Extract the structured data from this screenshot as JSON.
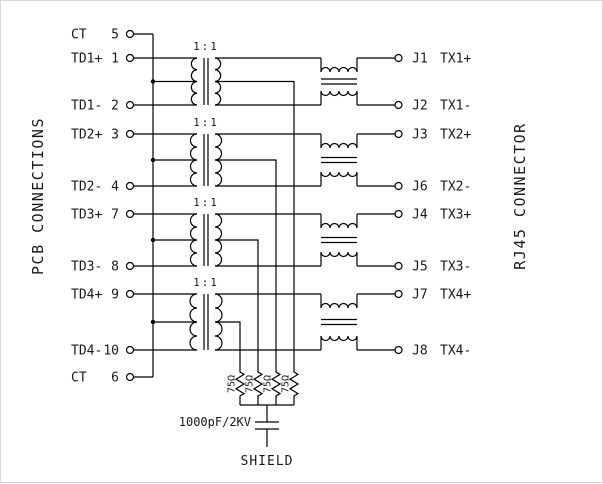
{
  "titles": {
    "left": "PCB CONNECTIONS",
    "right": "RJ45 CONNECTOR"
  },
  "left_pins": [
    {
      "name": "CT",
      "pin": "5"
    },
    {
      "name": "TD1+",
      "pin": "1"
    },
    {
      "name": "TD1-",
      "pin": "2"
    },
    {
      "name": "TD2+",
      "pin": "3"
    },
    {
      "name": "TD2-",
      "pin": "4"
    },
    {
      "name": "TD3+",
      "pin": "7"
    },
    {
      "name": "TD3-",
      "pin": "8"
    },
    {
      "name": "TD4+",
      "pin": "9"
    },
    {
      "name": "TD4-",
      "pin": "10"
    },
    {
      "name": "CT",
      "pin": "6"
    }
  ],
  "right_pins": [
    {
      "jack": "J1",
      "name": "TX1+"
    },
    {
      "jack": "J2",
      "name": "TX1-"
    },
    {
      "jack": "J3",
      "name": "TX2+"
    },
    {
      "jack": "J6",
      "name": "TX2-"
    },
    {
      "jack": "J4",
      "name": "TX3+"
    },
    {
      "jack": "J5",
      "name": "TX3-"
    },
    {
      "jack": "J7",
      "name": "TX4+"
    },
    {
      "jack": "J8",
      "name": "TX4-"
    }
  ],
  "transformers": [
    {
      "ratio": "1:1"
    },
    {
      "ratio": "1:1"
    },
    {
      "ratio": "1:1"
    },
    {
      "ratio": "1:1"
    }
  ],
  "resistors": [
    {
      "value": "75Ω"
    },
    {
      "value": "75Ω"
    },
    {
      "value": "75Ω"
    },
    {
      "value": "75Ω"
    }
  ],
  "capacitor": {
    "label": "1000pF/2KV"
  },
  "shield_label": "SHIELD",
  "colors": {
    "line": "#000000",
    "background": "#ffffff"
  }
}
